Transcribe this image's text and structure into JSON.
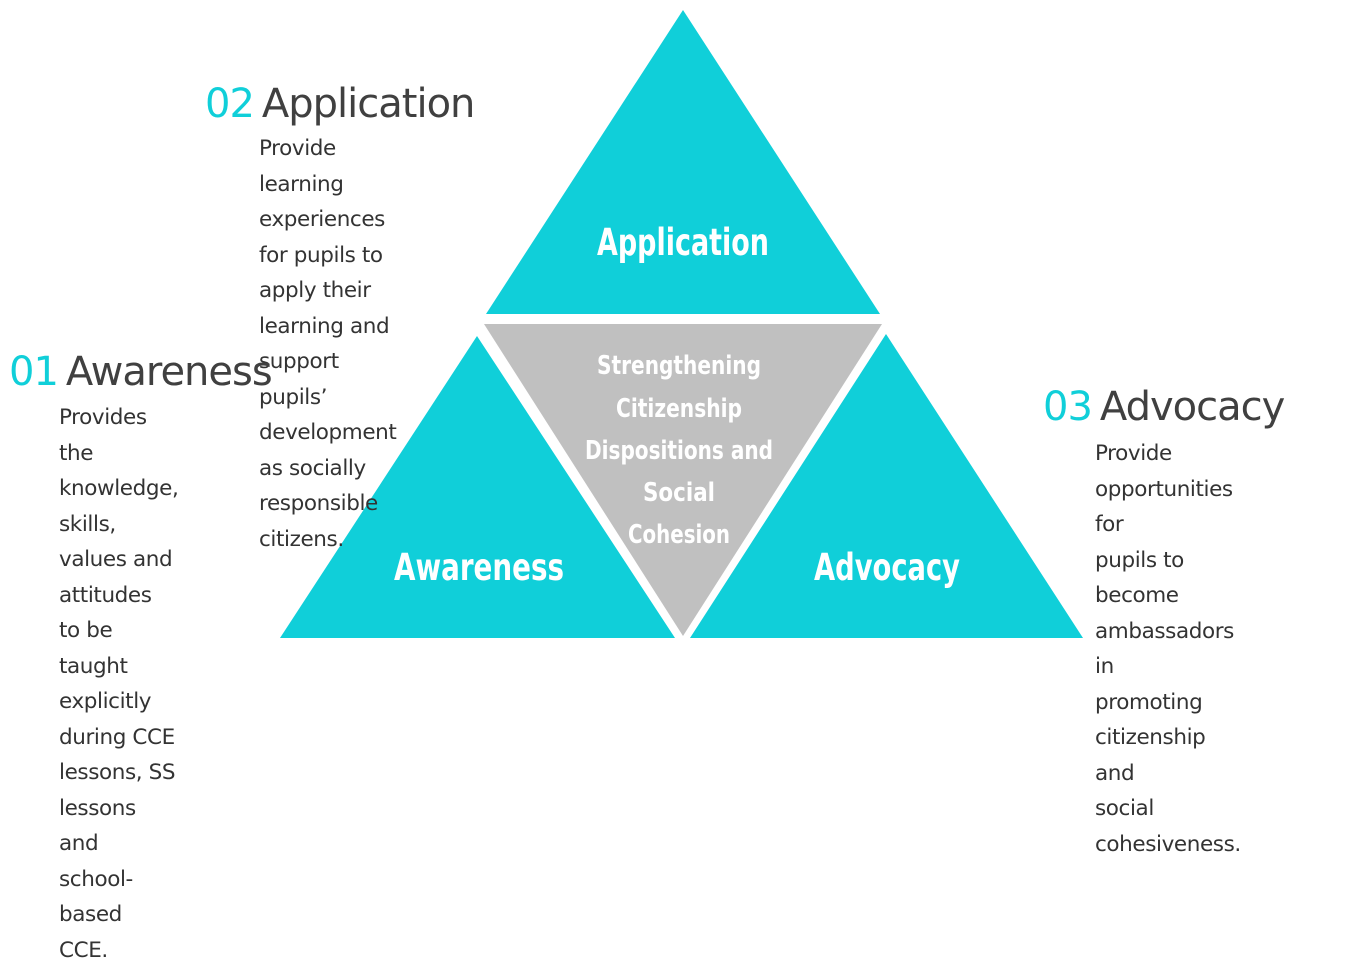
{
  "colors": {
    "accent": "#10cfd9",
    "center_triangle": "#c0c0c0",
    "title_text": "#404040",
    "body_text": "#333333",
    "triangle_text": "#ffffff"
  },
  "triangles": {
    "top_label": "Application",
    "left_label": "Awareness",
    "right_label": "Advocacy",
    "center_lines": [
      "Strengthening",
      "Citizenship",
      "Dispositions and",
      "Social",
      "Cohesion"
    ]
  },
  "blocks": {
    "application": {
      "number": "02",
      "title": "Application",
      "lines": [
        "Provide learning experiences",
        "for pupils to apply their",
        "learning and support pupils’",
        "development as socially",
        "responsible citizens."
      ]
    },
    "awareness": {
      "number": "01",
      "title": "Awareness",
      "lines": [
        "Provides the knowledge,",
        "skills, values and attitudes",
        "to be taught explicitly",
        "during CCE lessons, SS",
        "lessons and school-based",
        "CCE."
      ]
    },
    "advocacy": {
      "number": "03",
      "title": "Advocacy",
      "lines": [
        "Provide opportunities for",
        "pupils to become",
        "ambassadors in",
        "promoting citizenship and",
        "social cohesiveness."
      ]
    }
  }
}
